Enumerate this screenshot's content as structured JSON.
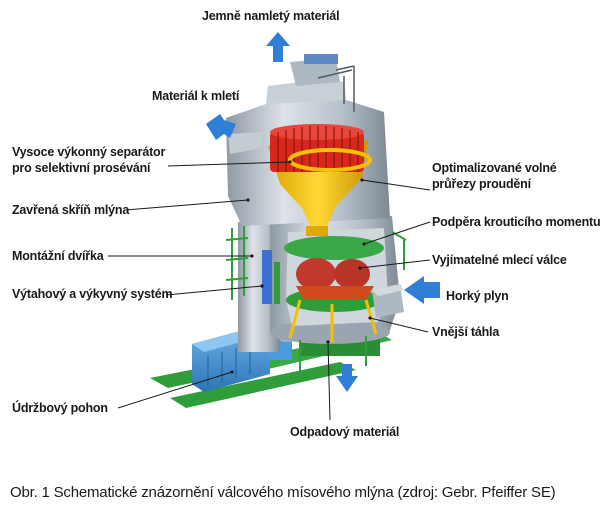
{
  "labels": {
    "fine_material": "Jemně namletý materiál",
    "feed_material": "Materiál k mletí",
    "separator_line1": "Vysoce výkonný separátor",
    "separator_line2": "pro selektivní prosévání",
    "housing": "Zavřená skříň mlýna",
    "service_door": "Montážní dvířka",
    "lift_system": "Výtahový a výkyvný systém",
    "maintenance_drive": "Údržbový pohon",
    "optimized_line1": "Optimalizované volné",
    "optimized_line2": "průřezy proudění",
    "torque_support": "Podpěra krouticího momentu",
    "rollers": "Vyjímatelné mlecí válce",
    "hot_gas": "Horký plyn",
    "tie_rods": "Vnější táhla",
    "reject_material": "Odpadový materiál"
  },
  "caption": "Obr. 1 Schematické znázornění válcového mísového mlýna (zdroj: Gebr. Pfeiffer SE)",
  "colors": {
    "steel": "#b9c3cc",
    "steel_dark": "#7f8b96",
    "cone": "#f2c200",
    "rotor": "#d8281e",
    "frame_green": "#2f9e3a",
    "motor_blue": "#3d8fd1",
    "arrow_blue": "#2f7fd6",
    "leader": "#1a1a1a"
  }
}
